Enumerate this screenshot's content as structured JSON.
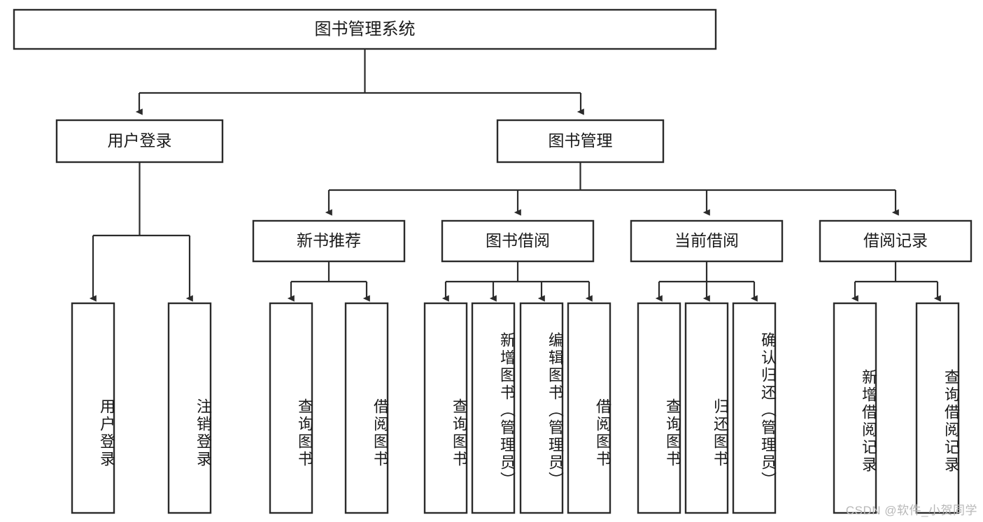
{
  "diagram": {
    "type": "tree",
    "title": "图书管理系统",
    "orientation": "top-down",
    "colors": {
      "box_stroke": "#2b2b2b",
      "box_fill": "#ffffff",
      "line": "#2b2b2b",
      "text": "#1a1a1a",
      "background": "#ffffff",
      "watermark": "#b8b8b8"
    },
    "root": {
      "label": "图书管理系统"
    },
    "level2": [
      {
        "label": "用户登录"
      },
      {
        "label": "图书管理"
      }
    ],
    "level3": [
      {
        "label": "新书推荐"
      },
      {
        "label": "图书借阅"
      },
      {
        "label": "当前借阅"
      },
      {
        "label": "借阅记录"
      }
    ],
    "leaves": {
      "user_login": [
        {
          "label": "用户登录"
        },
        {
          "label": "注销登录"
        }
      ],
      "new_book_recommend": [
        {
          "label": "查询图书"
        },
        {
          "label": "借阅图书"
        }
      ],
      "book_borrow": [
        {
          "label": "查询图书"
        },
        {
          "label": "新增图书（管理员）"
        },
        {
          "label": "编辑图书（管理员）"
        },
        {
          "label": "借阅图书"
        }
      ],
      "current_borrow": [
        {
          "label": "查询图书"
        },
        {
          "label": "归还图书"
        },
        {
          "label": "确认归还（管理员）"
        }
      ],
      "borrow_record": [
        {
          "label": "新增借阅记录"
        },
        {
          "label": "查询借阅记录"
        }
      ]
    }
  },
  "watermark": {
    "text": "CSDN @软件_小贺同学"
  }
}
